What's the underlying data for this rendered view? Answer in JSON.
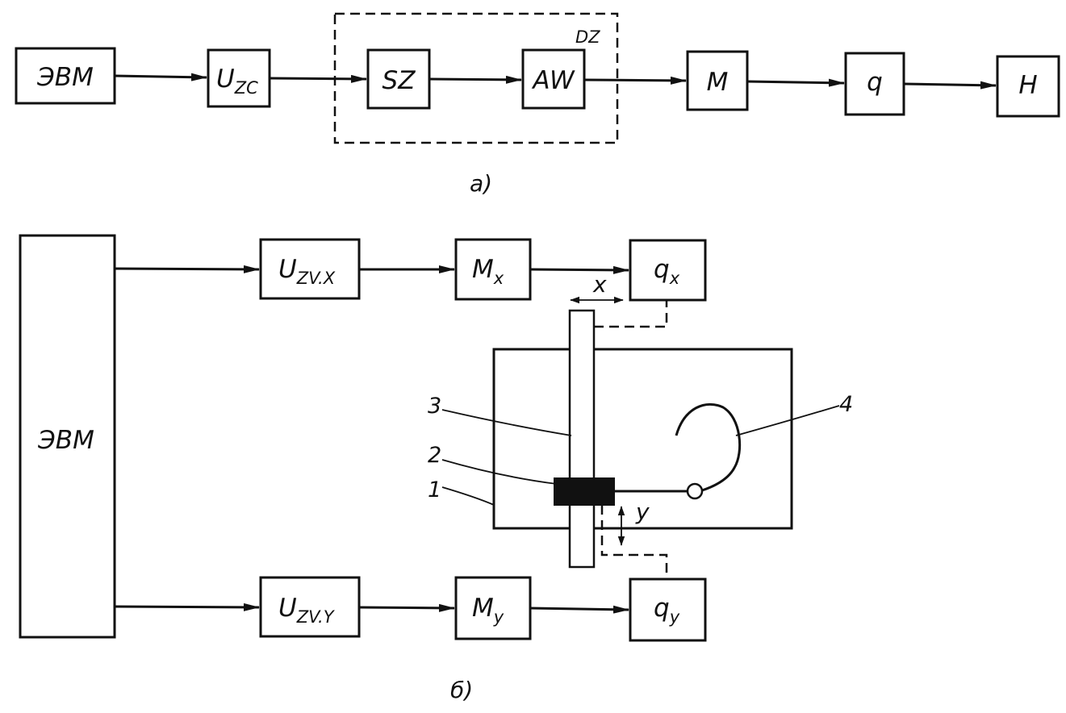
{
  "diagram_a": {
    "caption": "а)",
    "group_label": "DZ",
    "blocks": {
      "evm": "ЭВМ",
      "u_zc_main": "U",
      "u_zc_sub": "ZC",
      "sz": "SZ",
      "aw": "AW",
      "m": "M",
      "q": "q",
      "h": "H"
    }
  },
  "diagram_b": {
    "caption": "б)",
    "blocks": {
      "evm": "ЭВМ",
      "u_x_main": "U",
      "u_x_sub": "ZV.X",
      "m_x_main": "M",
      "m_x_sub": "x",
      "q_x_main": "q",
      "q_x_sub": "x",
      "u_y_main": "U",
      "u_y_sub": "ZV.Y",
      "m_y_main": "M",
      "m_y_sub": "y",
      "q_y_main": "q",
      "q_y_sub": "y"
    },
    "axis_x": "x",
    "axis_y": "y",
    "callouts": [
      "1",
      "2",
      "3",
      "4"
    ]
  }
}
